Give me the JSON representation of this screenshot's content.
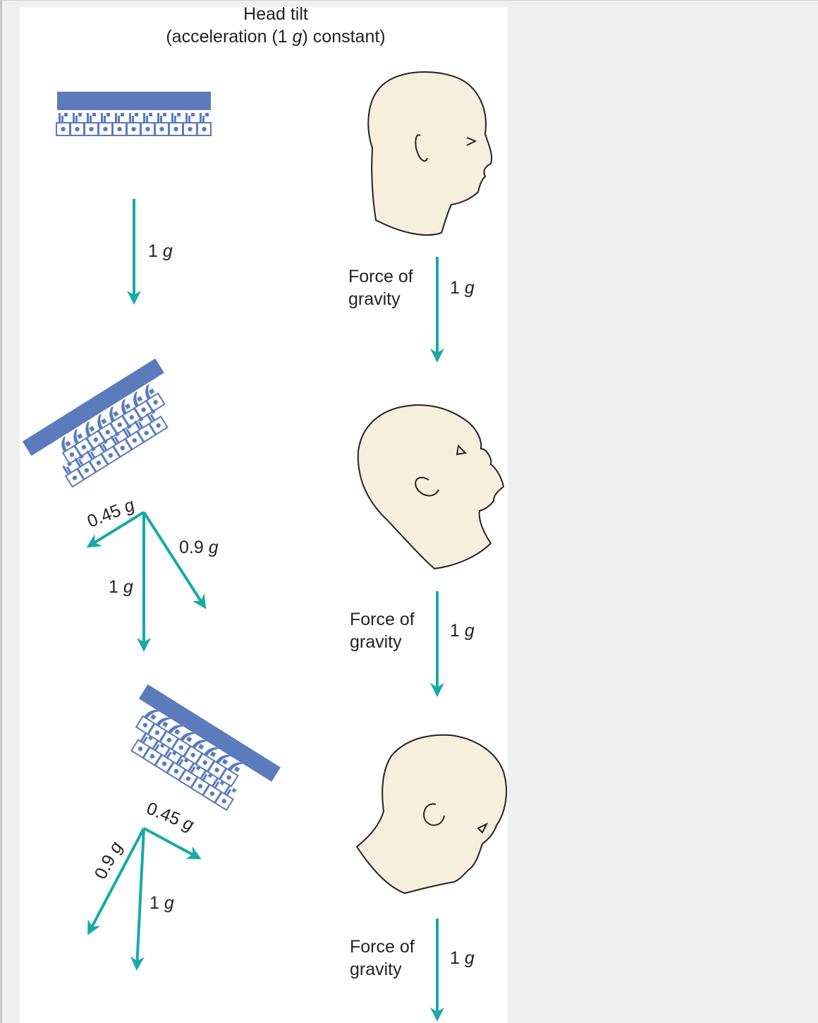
{
  "colors": {
    "arrow": "#17aaa6",
    "cell_blue": "#5b7bbd",
    "skin": "#f7efde",
    "outline": "#222222",
    "panel_bg": "#ffffff",
    "viewer_bg": "#f0f0f0"
  },
  "title": {
    "line1": "Head tilt",
    "line2_prefix": "(acceleration (1 ",
    "line2_unit": "g",
    "line2_suffix": ") constant)"
  },
  "panels": [
    {
      "head_pose": "upright",
      "hair_cells_tilt": "level",
      "gravity_label": {
        "line1": "Force of",
        "line2": "gravity",
        "value": "1",
        "unit": "g"
      },
      "vectors": [
        {
          "value": "1",
          "unit": "g"
        }
      ]
    },
    {
      "head_pose": "tilted-back",
      "hair_cells_tilt": "tilted-up",
      "gravity_label": {
        "line1": "Force of",
        "line2": "gravity",
        "value": "1",
        "unit": "g"
      },
      "vectors": [
        {
          "value": "0.45",
          "unit": "g"
        },
        {
          "value": "0.9",
          "unit": "g"
        },
        {
          "value": "1",
          "unit": "g"
        }
      ]
    },
    {
      "head_pose": "tilted-forward",
      "hair_cells_tilt": "tilted-down",
      "gravity_label": {
        "line1": "Force of",
        "line2": "gravity",
        "value": "1",
        "unit": "g"
      },
      "vectors": [
        {
          "value": "0.45",
          "unit": "g"
        },
        {
          "value": "0.9",
          "unit": "g"
        },
        {
          "value": "1",
          "unit": "g"
        }
      ]
    }
  ]
}
